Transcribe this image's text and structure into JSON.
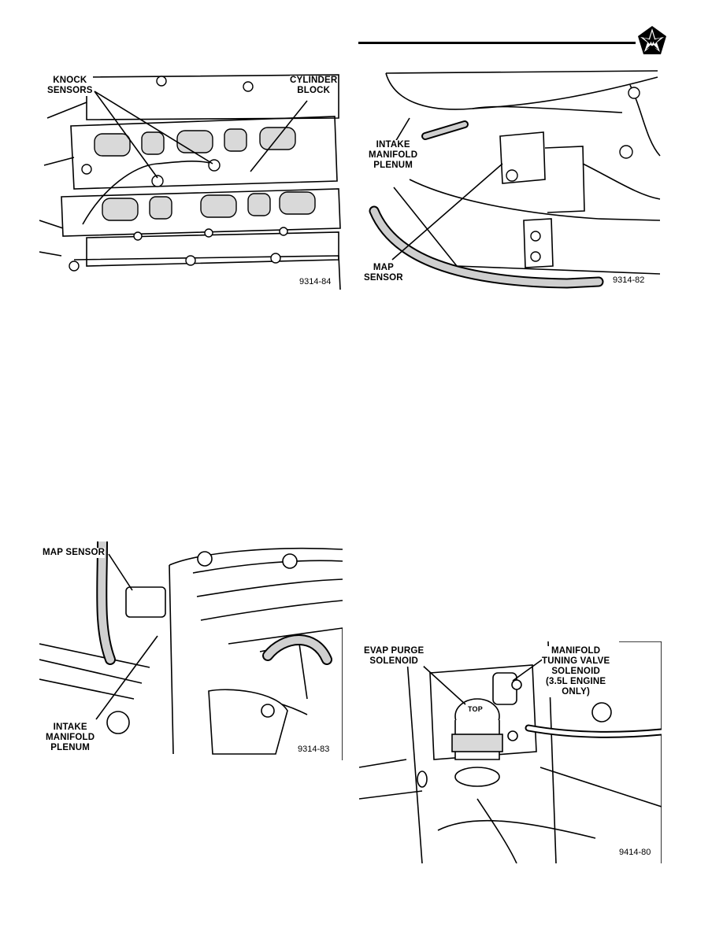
{
  "header": {
    "logo": "pentastar-logo"
  },
  "figures": [
    {
      "id": "fig-knock-sensors",
      "labels": {
        "knock_sensors": "KNOCK\nSENSORS",
        "cylinder_block": "CYLINDER\nBLOCK"
      },
      "figure_number": "9314-84"
    },
    {
      "id": "fig-map-sensor-plenum",
      "labels": {
        "intake_manifold_plenum": "INTAKE\nMANIFOLD\nPLENUM",
        "map_sensor": "MAP\nSENSOR"
      },
      "figure_number": "9314-82"
    },
    {
      "id": "fig-map-sensor-location",
      "labels": {
        "map_sensor": "MAP SENSOR",
        "intake_manifold_plenum": "INTAKE\nMANIFOLD\nPLENUM"
      },
      "figure_number": "9314-83"
    },
    {
      "id": "fig-evap-purge",
      "labels": {
        "evap_purge_solenoid": "EVAP PURGE\nSOLENOID",
        "manifold_tuning_valve": "MANIFOLD\nTUNING VALVE\nSOLENOID\n(3.5L ENGINE\nONLY)",
        "top_marking": "TOP"
      },
      "figure_number": "9414-80"
    }
  ]
}
